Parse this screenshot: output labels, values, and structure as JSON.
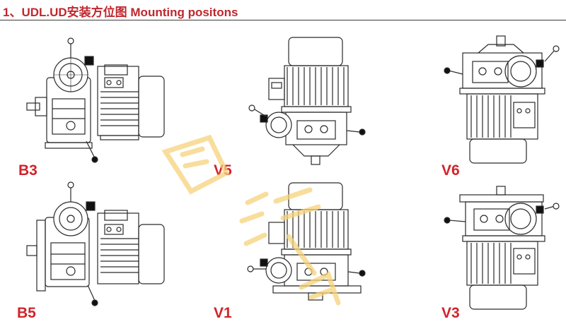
{
  "header": {
    "title": "1、UDL.UD安装方位图  Mounting positons",
    "title_color": "#c0272d"
  },
  "positions": [
    {
      "id": "B3",
      "label": "B3"
    },
    {
      "id": "V5",
      "label": "V5"
    },
    {
      "id": "V6",
      "label": "V6"
    },
    {
      "id": "B5",
      "label": "B5"
    },
    {
      "id": "V1",
      "label": "V1"
    },
    {
      "id": "V3",
      "label": "V3"
    }
  ],
  "colors": {
    "label": "#d2232a",
    "line": "#2a2a2a",
    "watermark": "#f6d27a"
  }
}
